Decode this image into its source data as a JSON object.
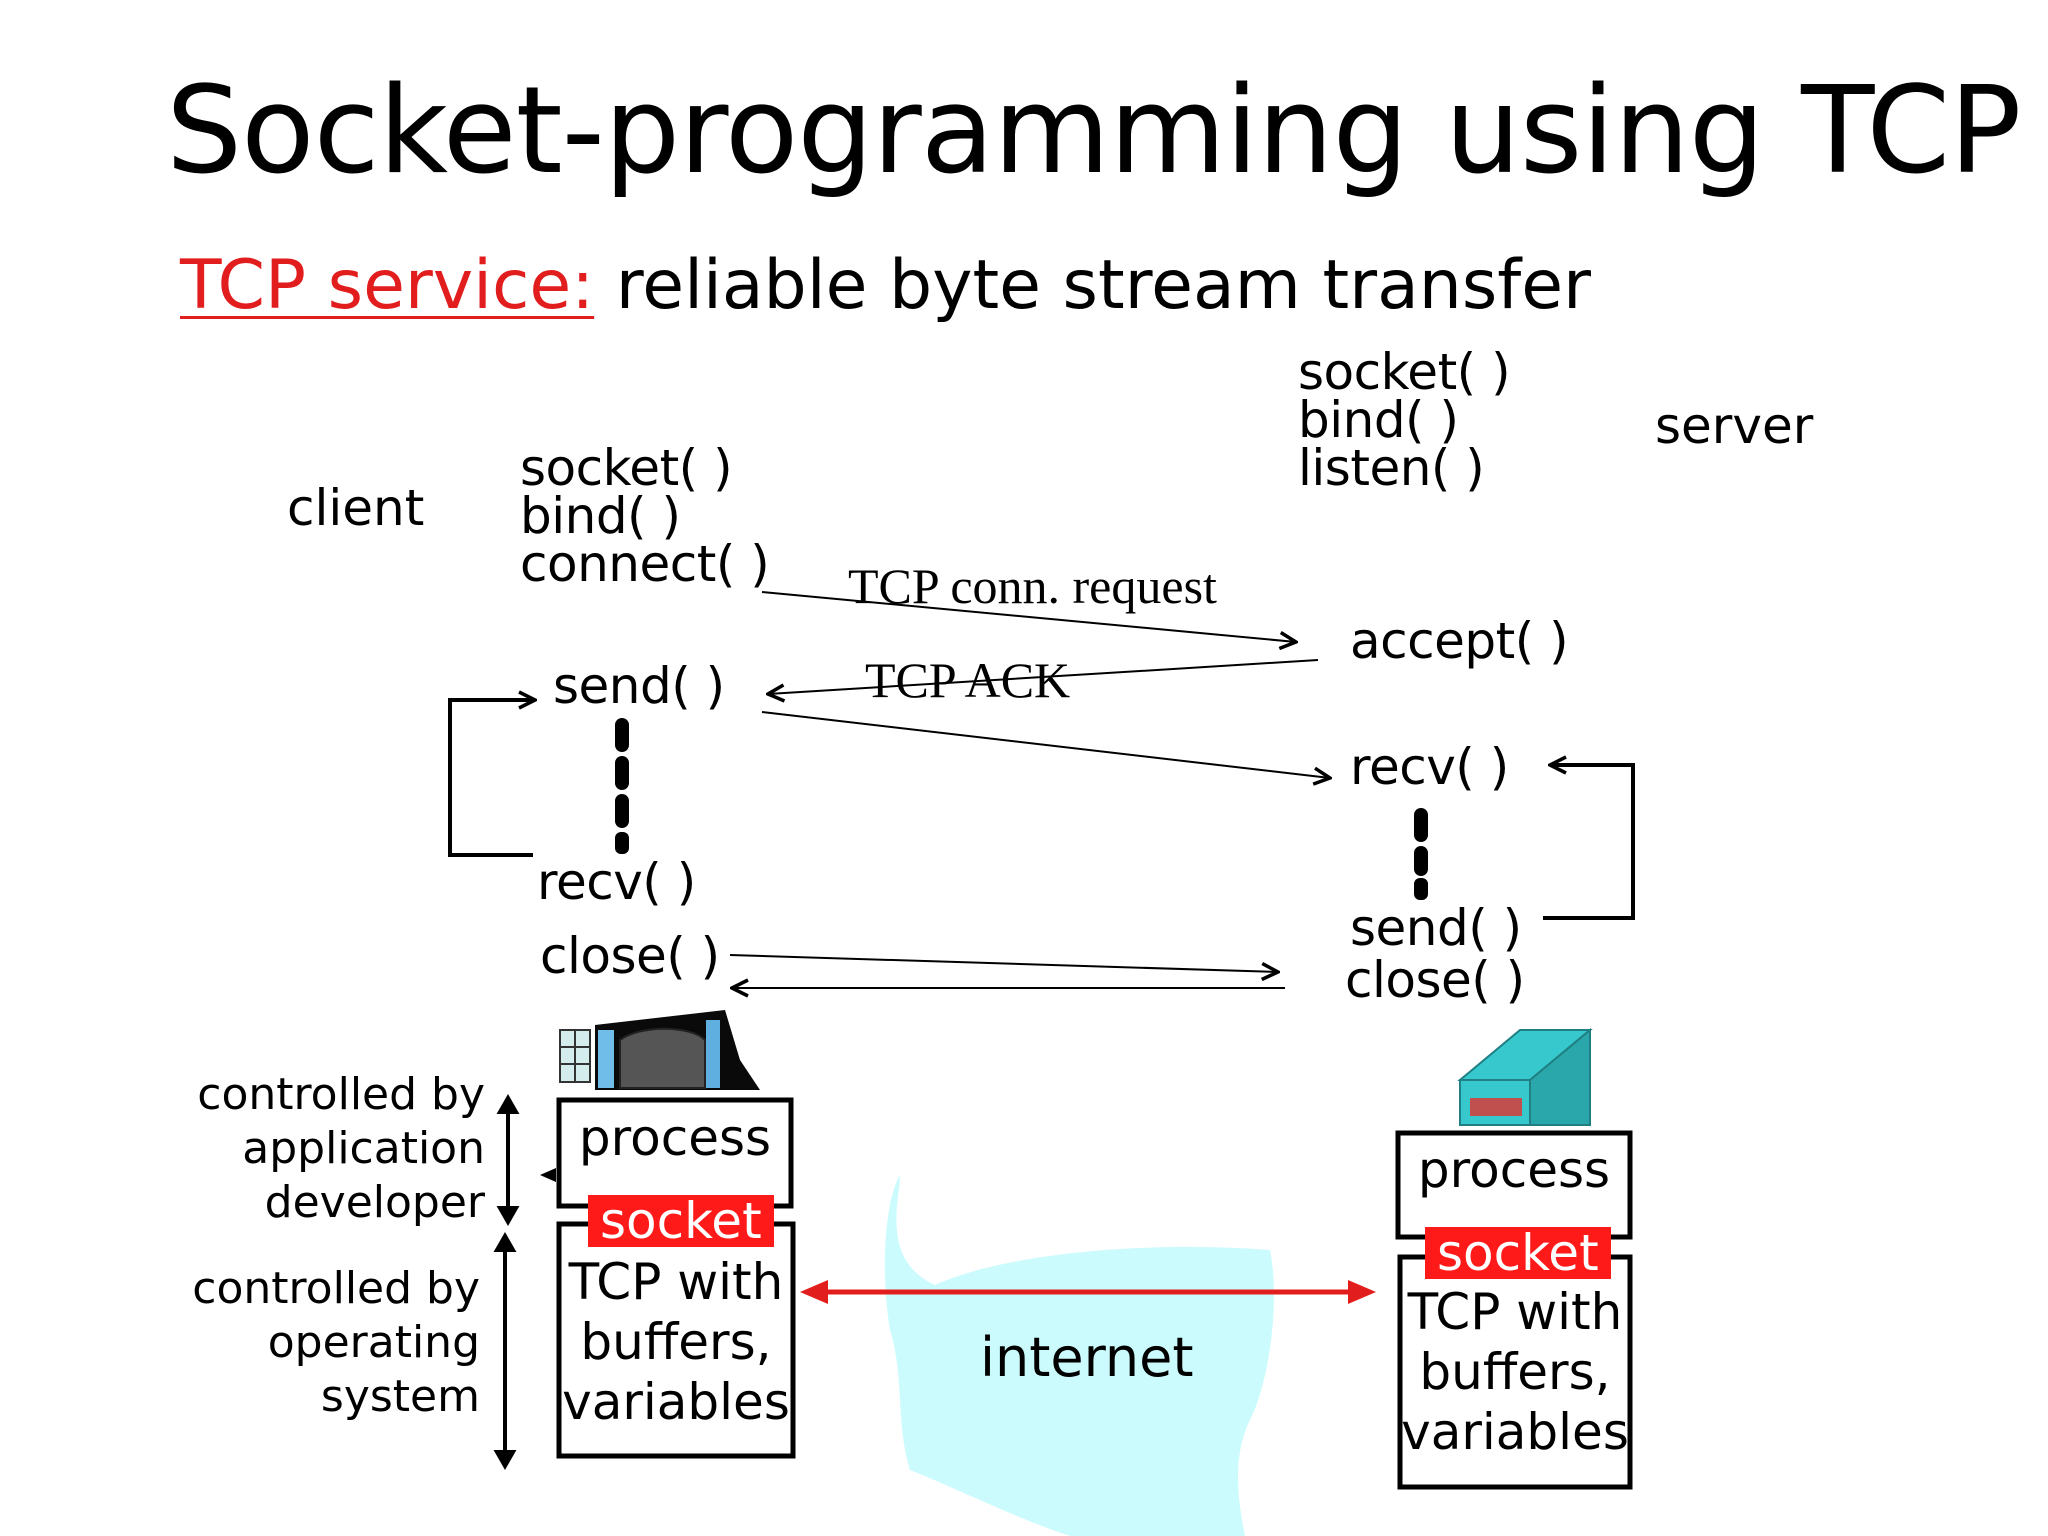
{
  "title": "Socket-programming using TCP",
  "subtitle": {
    "key": "TCP service:",
    "rest": " reliable byte stream transfer"
  },
  "client": {
    "label": "client",
    "setup_calls": [
      "socket( )",
      "bind( )",
      "connect( )"
    ],
    "send": "send( )",
    "recv": "recv( )",
    "close": "close( )"
  },
  "server": {
    "label": "server",
    "setup_calls": [
      "socket( )",
      "bind( )",
      "listen( )"
    ],
    "accept": "accept( )",
    "recv": "recv( )",
    "send": "send( )",
    "close": "close( )"
  },
  "messages": {
    "conn_request": "TCP conn. request",
    "ack": "TCP ACK"
  },
  "legend": {
    "app_controlled": [
      "controlled by",
      "application",
      "developer"
    ],
    "os_controlled": [
      "controlled by",
      "operating",
      "system"
    ]
  },
  "host_boxes": {
    "process": "process",
    "socket": "socket",
    "tcp_lines": [
      "TCP with",
      "buffers,",
      "variables"
    ]
  },
  "network": {
    "label": "internet"
  },
  "colors": {
    "accent": "#e21d1d",
    "socket_bg": "#ff1a1a",
    "cloud": "#ccfbfd",
    "server_teal": "#36c8cc",
    "server_red": "#c0504d"
  }
}
